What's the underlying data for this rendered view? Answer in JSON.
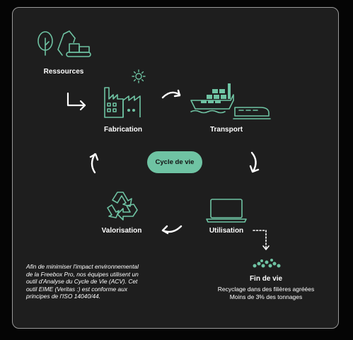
{
  "colors": {
    "accent": "#6fc3a3",
    "background": "#1e1e1e",
    "text": "#ffffff"
  },
  "center": {
    "label": "Cycle de vie"
  },
  "stages": {
    "ressources": {
      "label": "Ressources",
      "icon": "tree-excavator-icon"
    },
    "fabrication": {
      "label": "Fabrication",
      "icon": "factory-icon"
    },
    "transport": {
      "label": "Transport",
      "icon": "ship-train-icon"
    },
    "utilisation": {
      "label": "Utilisation",
      "icon": "laptop-icon"
    },
    "valorisation": {
      "label": "Valorisation",
      "icon": "recycle-icon"
    }
  },
  "end_of_life": {
    "title": "Fin de vie",
    "line1": "Recyclage dans des filières agréées",
    "line2": "Moins de 3% des tonnages"
  },
  "note": "Afin de minimiser l'impact environnemental de la Freebox Pro, nos équipes utilisent un outil d'Analyse du Cycle de Vie (ACV). Cet outil EIME (Veritas :) est conforme aux principes de l'ISO 14040/44."
}
